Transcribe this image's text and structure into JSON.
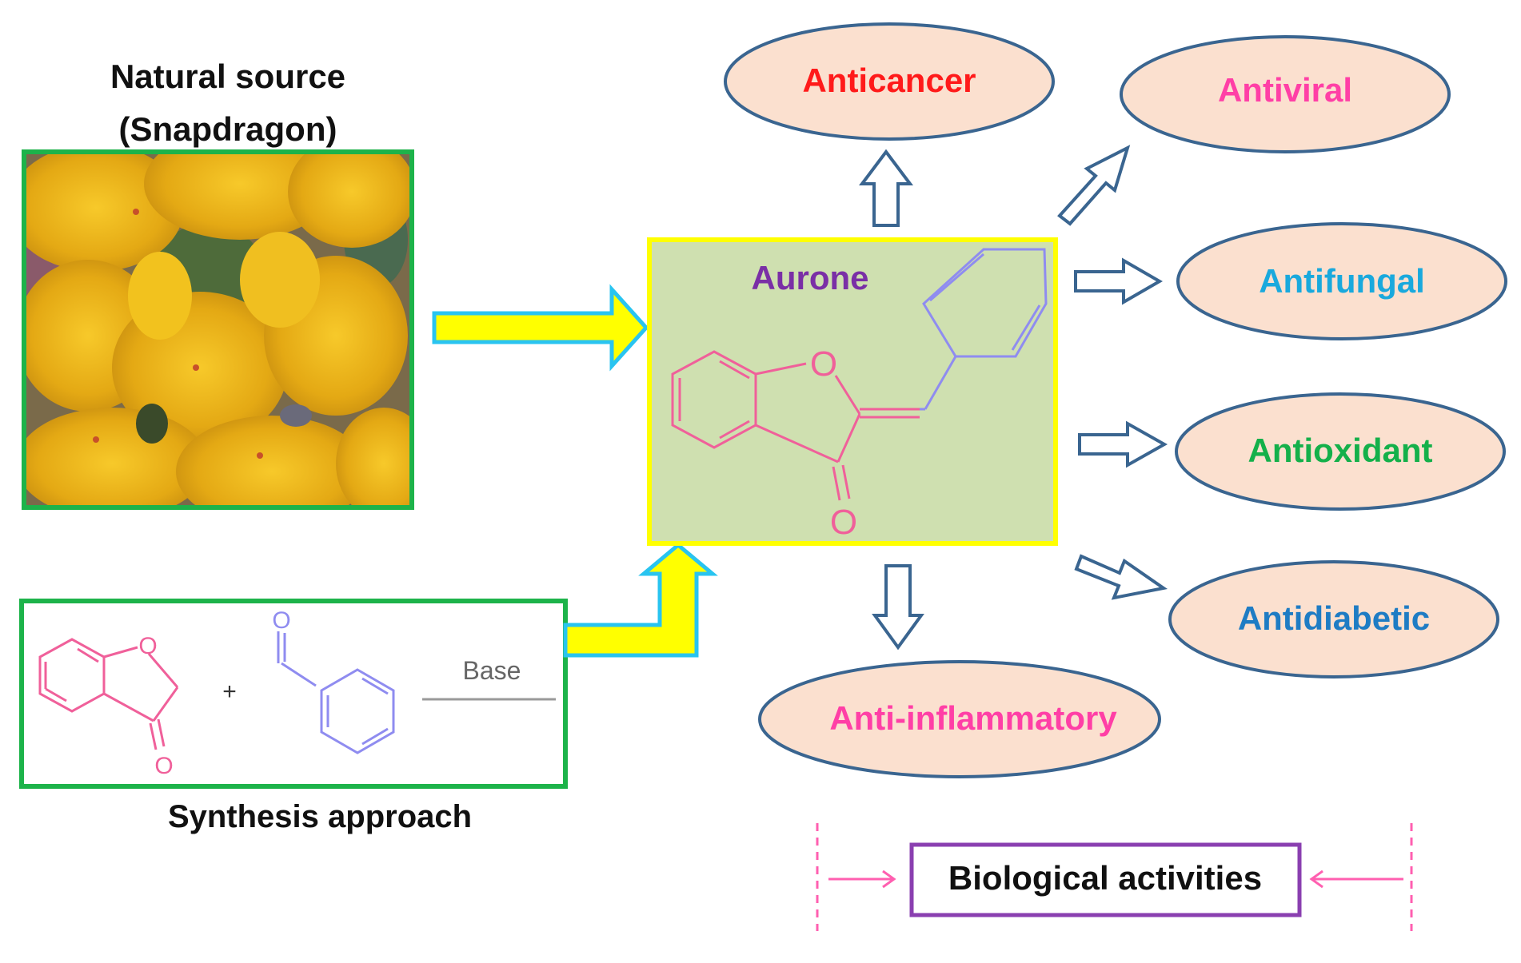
{
  "natural_source": {
    "title_line1": "Natural source",
    "title_line2": "(Snapdragon)"
  },
  "synthesis": {
    "caption": "Synthesis approach",
    "reagent_label": "Base",
    "plus": "+",
    "reactant1_atoms": {
      "ring_o": "O",
      "carbonyl_o": "O"
    },
    "reactant2_atoms": {
      "aldehyde_o": "O"
    }
  },
  "aurone": {
    "title": "Aurone",
    "atoms": {
      "ring_o": "O",
      "carbonyl_o": "O"
    }
  },
  "activities": {
    "anticancer": "Anticancer",
    "antiviral": "Antiviral",
    "antifungal": "Antifungal",
    "antioxidant": "Antioxidant",
    "antidiabetic": "Antidiabetic",
    "anti_inflammatory": "Anti-inflammatory"
  },
  "legend": {
    "label": "Biological activities"
  },
  "colors": {
    "green_border": "#1db34a",
    "yellow_arrow": "#ffff00",
    "cyan_outline": "#29c4f0",
    "aurone_bg": "#cfe0b0",
    "aurone_border": "#ffff00",
    "aurone_title": "#7a2fa6",
    "pink_structure": "#f0609a",
    "lavender_structure": "#8f8cf0",
    "ellipse_fill": "#fbe0cf",
    "ellipse_stroke": "#3a6590",
    "activity_arrow": "#3a6590",
    "anticancer_text": "#ff1a1a",
    "antiviral_text": "#ff3fa6",
    "antifungal_text": "#19a9dd",
    "antioxidant_text": "#14b04a",
    "antidiabetic_text": "#1e7cc4",
    "anti_inflammatory_text": "#ff3fa6",
    "legend_border": "#8a3fb0",
    "legend_arrow": "#ff5fb0"
  }
}
